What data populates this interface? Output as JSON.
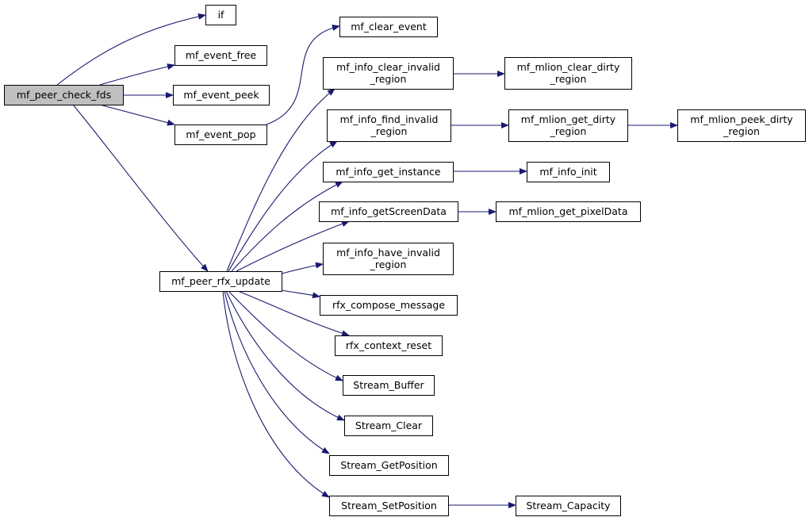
{
  "colors": {
    "edge": "#191970",
    "node_border": "#000000",
    "node_fill": "#ffffff",
    "root_fill": "#bfbfbf"
  },
  "nodes": {
    "mf_peer_check_fds": {
      "lines": [
        "mf_peer_check_fds"
      ],
      "root": true
    },
    "if": {
      "lines": [
        "if"
      ]
    },
    "mf_event_free": {
      "lines": [
        "mf_event_free"
      ]
    },
    "mf_event_peek": {
      "lines": [
        "mf_event_peek"
      ]
    },
    "mf_event_pop": {
      "lines": [
        "mf_event_pop"
      ]
    },
    "mf_peer_rfx_update": {
      "lines": [
        "mf_peer_rfx_update"
      ]
    },
    "mf_clear_event": {
      "lines": [
        "mf_clear_event"
      ]
    },
    "mf_info_clear_invalid_region": {
      "lines": [
        "mf_info_clear_invalid",
        "_region"
      ]
    },
    "mf_mlion_clear_dirty_region": {
      "lines": [
        "mf_mlion_clear_dirty",
        "_region"
      ]
    },
    "mf_info_find_invalid_region": {
      "lines": [
        "mf_info_find_invalid",
        "_region"
      ]
    },
    "mf_mlion_get_dirty_region": {
      "lines": [
        "mf_mlion_get_dirty",
        "_region"
      ]
    },
    "mf_mlion_peek_dirty_region": {
      "lines": [
        "mf_mlion_peek_dirty",
        "_region"
      ]
    },
    "mf_info_get_instance": {
      "lines": [
        "mf_info_get_instance"
      ]
    },
    "mf_info_init": {
      "lines": [
        "mf_info_init"
      ]
    },
    "mf_info_getScreenData": {
      "lines": [
        "mf_info_getScreenData"
      ]
    },
    "mf_mlion_get_pixelData": {
      "lines": [
        "mf_mlion_get_pixelData"
      ]
    },
    "mf_info_have_invalid_region": {
      "lines": [
        "mf_info_have_invalid",
        "_region"
      ]
    },
    "rfx_compose_message": {
      "lines": [
        "rfx_compose_message"
      ]
    },
    "rfx_context_reset": {
      "lines": [
        "rfx_context_reset"
      ]
    },
    "Stream_Buffer": {
      "lines": [
        "Stream_Buffer"
      ]
    },
    "Stream_Clear": {
      "lines": [
        "Stream_Clear"
      ]
    },
    "Stream_GetPosition": {
      "lines": [
        "Stream_GetPosition"
      ]
    },
    "Stream_SetPosition": {
      "lines": [
        "Stream_SetPosition"
      ]
    },
    "Stream_Capacity": {
      "lines": [
        "Stream_Capacity"
      ]
    }
  },
  "edges": [
    [
      "mf_peer_check_fds",
      "if"
    ],
    [
      "mf_peer_check_fds",
      "mf_event_free"
    ],
    [
      "mf_peer_check_fds",
      "mf_event_peek"
    ],
    [
      "mf_peer_check_fds",
      "mf_event_pop"
    ],
    [
      "mf_peer_check_fds",
      "mf_peer_rfx_update"
    ],
    [
      "mf_event_pop",
      "mf_clear_event"
    ],
    [
      "mf_peer_rfx_update",
      "mf_info_clear_invalid_region"
    ],
    [
      "mf_peer_rfx_update",
      "mf_info_find_invalid_region"
    ],
    [
      "mf_peer_rfx_update",
      "mf_info_get_instance"
    ],
    [
      "mf_peer_rfx_update",
      "mf_info_getScreenData"
    ],
    [
      "mf_peer_rfx_update",
      "mf_info_have_invalid_region"
    ],
    [
      "mf_peer_rfx_update",
      "rfx_compose_message"
    ],
    [
      "mf_peer_rfx_update",
      "rfx_context_reset"
    ],
    [
      "mf_peer_rfx_update",
      "Stream_Buffer"
    ],
    [
      "mf_peer_rfx_update",
      "Stream_Clear"
    ],
    [
      "mf_peer_rfx_update",
      "Stream_GetPosition"
    ],
    [
      "mf_peer_rfx_update",
      "Stream_SetPosition"
    ],
    [
      "mf_info_clear_invalid_region",
      "mf_mlion_clear_dirty_region"
    ],
    [
      "mf_info_find_invalid_region",
      "mf_mlion_get_dirty_region"
    ],
    [
      "mf_mlion_get_dirty_region",
      "mf_mlion_peek_dirty_region"
    ],
    [
      "mf_info_get_instance",
      "mf_info_init"
    ],
    [
      "mf_info_getScreenData",
      "mf_mlion_get_pixelData"
    ],
    [
      "Stream_SetPosition",
      "Stream_Capacity"
    ]
  ]
}
